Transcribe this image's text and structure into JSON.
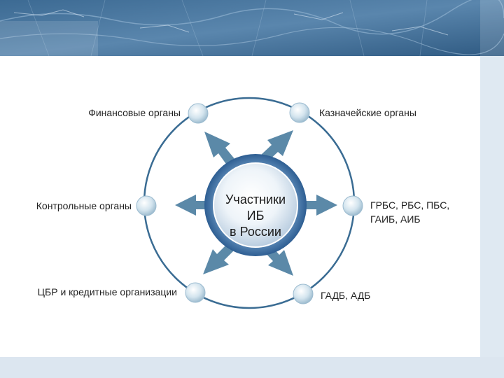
{
  "diagram": {
    "center": {
      "line1": "Участники",
      "line2": "ИБ",
      "line3": "в России"
    },
    "nodes": {
      "financial": "Финансовые органы",
      "treasury": "Казначейские органы",
      "control": "Контрольные органы",
      "grbs_line1": "ГРБС, РБС, ПБС,",
      "grbs_line2": "ГАИБ, АИБ",
      "cbr": "ЦБР и кредитные организации",
      "gadb": "ГАДБ, АДБ"
    }
  },
  "colors": {
    "ring": "#3a6c93",
    "arrow": "#5b89a8",
    "node": "#c9dde8",
    "hub": "#3f6fa5",
    "footer": "#dce6f0"
  }
}
